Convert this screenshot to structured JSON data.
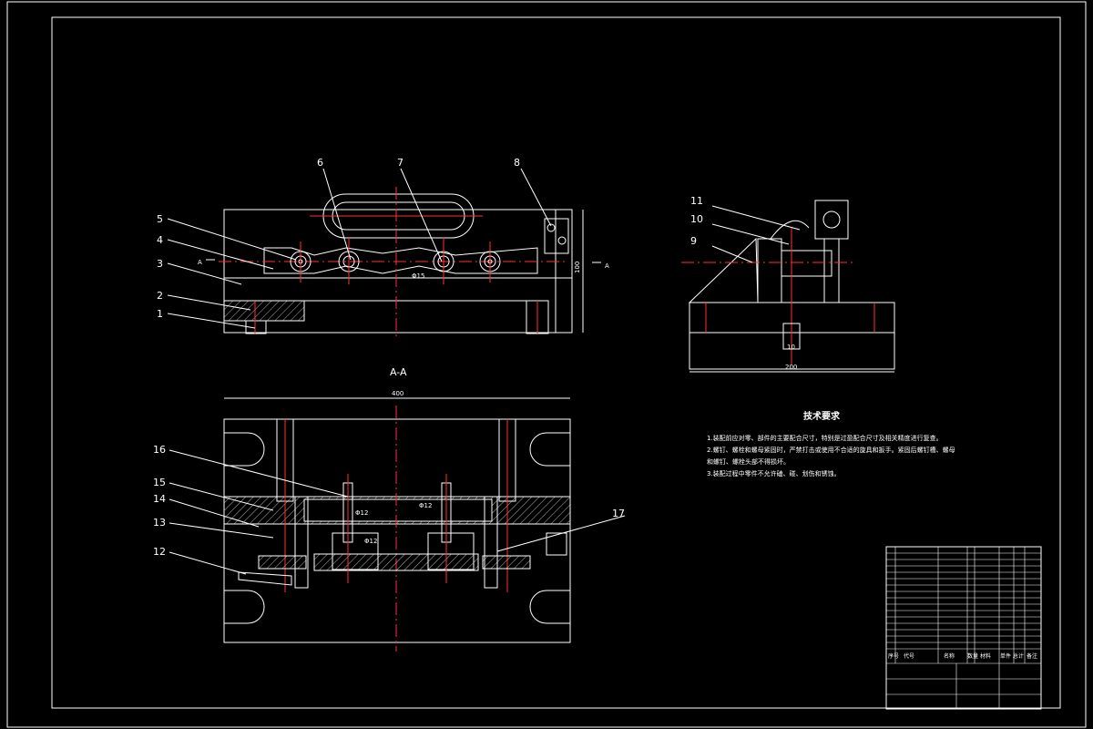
{
  "drawing": {
    "part_numbers": [
      "1",
      "2",
      "3",
      "4",
      "5",
      "6",
      "7",
      "8",
      "9",
      "10",
      "11",
      "12",
      "13",
      "14",
      "15",
      "16",
      "17"
    ],
    "section_label": "A-A",
    "dimensions": {
      "width_400": "400",
      "width_200": "200",
      "height_100": "100",
      "dia_15": "Φ15",
      "dia_12a": "Φ12",
      "dia_12b": "Φ12",
      "dia_12c": "Φ12",
      "dim_10": "10"
    },
    "section_marks": {
      "left": "A",
      "right": "A"
    }
  },
  "tech_requirements": {
    "title": "技术要求",
    "items": [
      "1.装配前应对零、部件的主要配合尺寸，特别是过盈配合尺寸及相关精度进行复查。",
      "2.螺钉、螺栓和螺母紧固时，严禁打击或使用不合适的旋具和扳手。紧固后螺钉槽、螺母",
      "和螺钉、螺栓头部不得损坏。",
      "3.装配过程中零件不允许磕、碰、划伤和锈蚀。"
    ]
  },
  "title_block": {
    "headers": [
      "序号",
      "代号",
      "名称",
      "数量",
      "材料",
      "单件 总计",
      "备注"
    ]
  }
}
